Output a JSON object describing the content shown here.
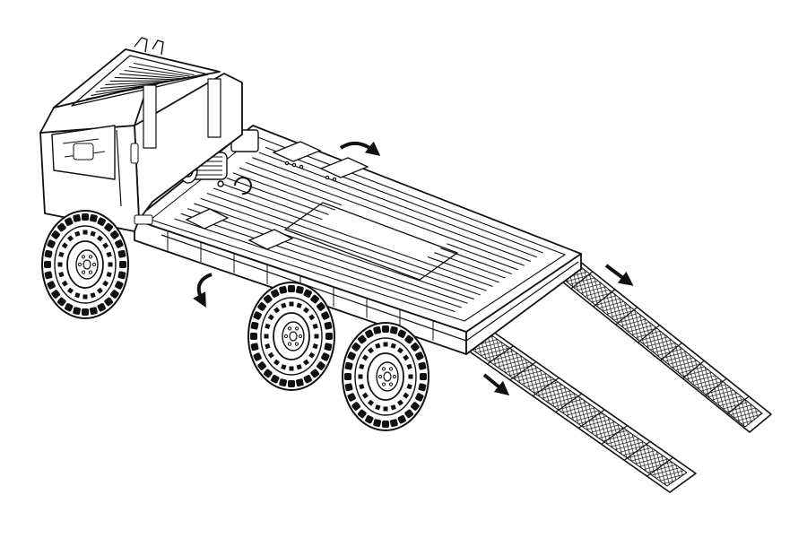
{
  "diagram": {
    "subject": "flatbed-truck-with-loading-ramps",
    "line_color": "#111111",
    "fill_color": "#ffffff",
    "arrow_color": "#111111",
    "ramp_count": 2,
    "axle_count": 3,
    "motion_arrows": [
      "ramp-left-slide",
      "ramp-right-slide",
      "side-rail-rotate-front",
      "side-rail-rotate-rear"
    ]
  }
}
